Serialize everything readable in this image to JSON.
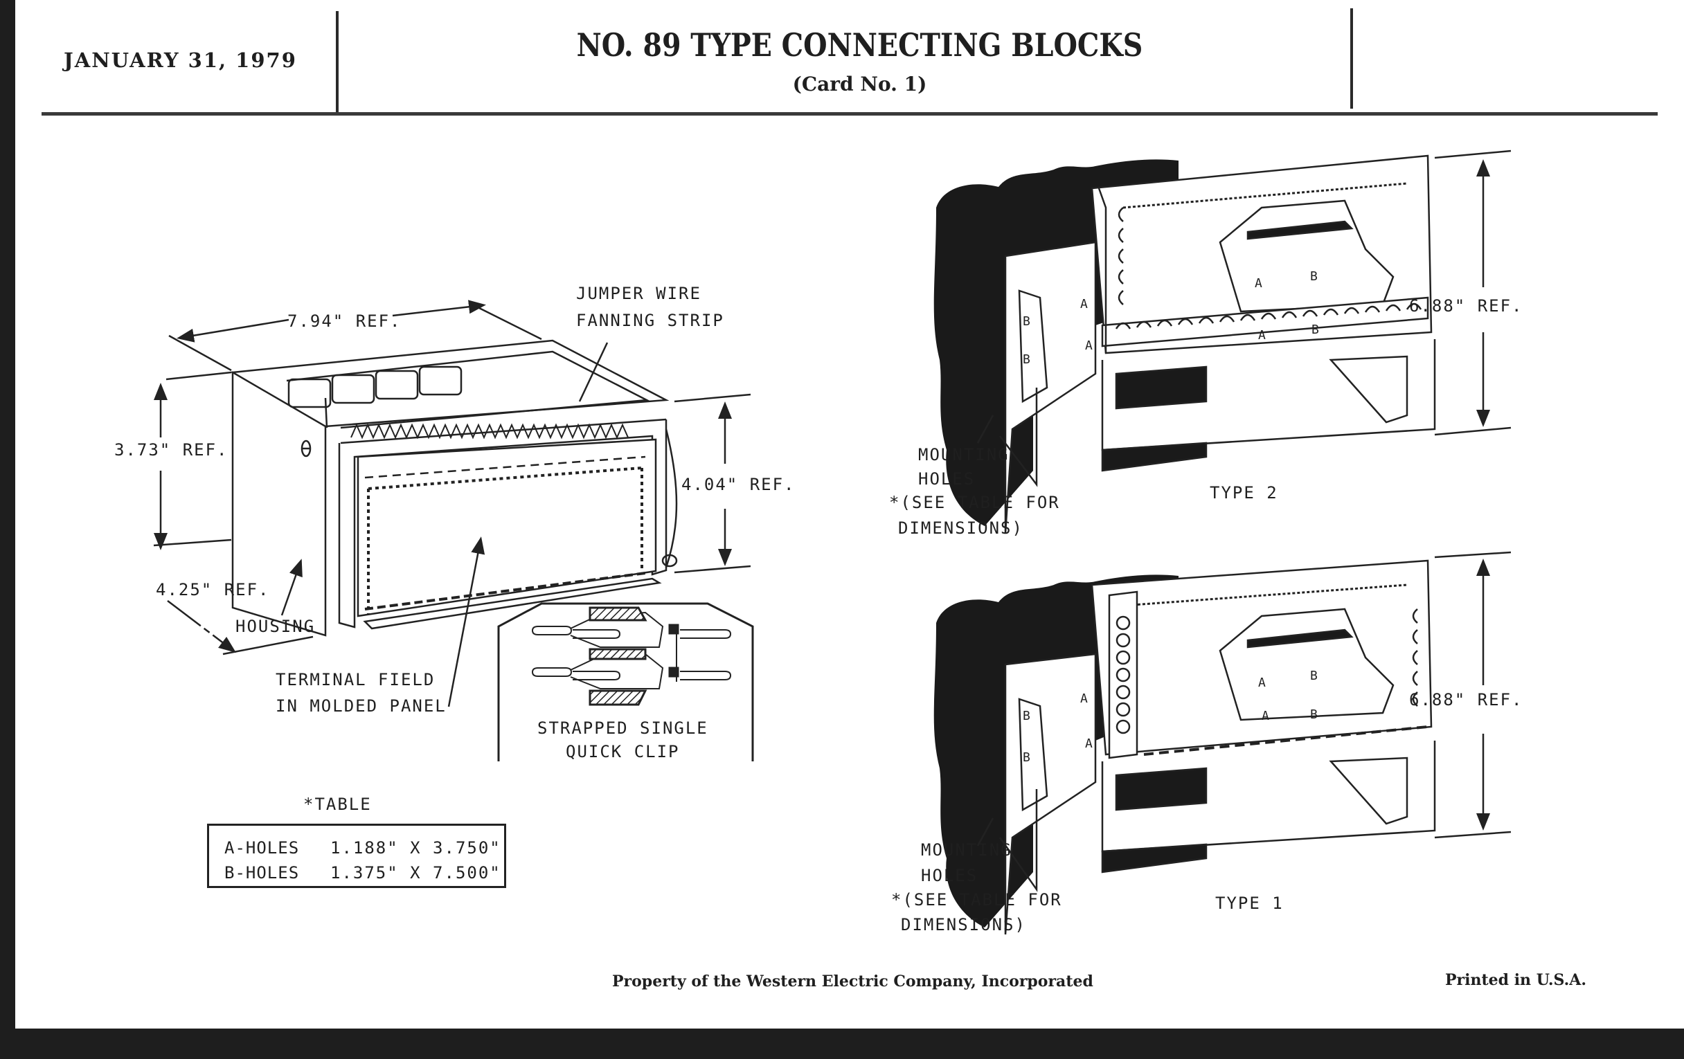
{
  "header": {
    "date": "JANUARY 31, 1979",
    "title": "NO. 89 TYPE CONNECTING BLOCKS",
    "subtitle": "(Card No. 1)"
  },
  "left_figure": {
    "dim_width": "7.94\" REF.",
    "dim_height_left": "3.73\" REF.",
    "dim_height_right": "4.04\" REF.",
    "dim_depth": "4.25\" REF.",
    "callout_fanning_strip_line1": "JUMPER WIRE",
    "callout_fanning_strip_line2": "FANNING STRIP",
    "callout_housing": "HOUSING",
    "callout_terminal_line1": "TERMINAL FIELD",
    "callout_terminal_line2": "IN MOLDED PANEL"
  },
  "inset": {
    "caption_line1": "STRAPPED SINGLE",
    "caption_line2": "QUICK CLIP"
  },
  "table": {
    "title": "*TABLE",
    "rows": [
      {
        "name": "A-HOLES",
        "value": "1.188\" X 3.750\""
      },
      {
        "name": "B-HOLES",
        "value": "1.375\" X 7.500\""
      }
    ]
  },
  "type2": {
    "label": "TYPE 2",
    "dim_height": "6.88\" REF.",
    "callout_line1": "MOUNTING",
    "callout_line2": "HOLES",
    "callout_line3": "*(SEE TABLE FOR",
    "callout_line4": "DIMENSIONS)",
    "hole_labels": [
      "A",
      "B",
      "A",
      "B",
      "A",
      "A",
      "B",
      "B"
    ]
  },
  "type1": {
    "label": "TYPE 1",
    "dim_height": "6.88\" REF.",
    "callout_line1": "MOUNTING",
    "callout_line2": "HOLES",
    "callout_line3": "*(SEE TABLE FOR",
    "callout_line4": "DIMENSIONS)",
    "hole_labels": [
      "A",
      "B",
      "A",
      "B",
      "A",
      "A",
      "B",
      "B"
    ]
  },
  "footer": {
    "property": "Property of the Western Electric Company, Incorporated",
    "printed": "Printed in U.S.A."
  }
}
